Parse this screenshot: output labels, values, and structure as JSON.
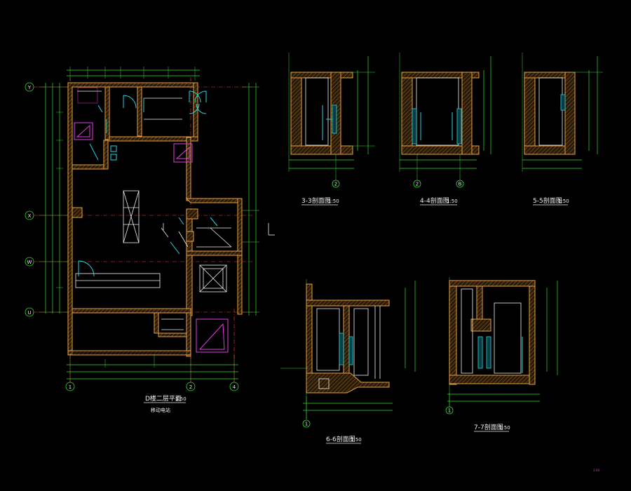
{
  "colors": {
    "background": "#000000",
    "wall": "#ffb347",
    "dimension": "#33dd33",
    "axis": "#ff3b3b",
    "equipment": "#22d6e0",
    "fixture": "#e33be3",
    "text": "#f0f0f0"
  },
  "plan": {
    "title": "D楼二层平面",
    "scale": "1:50",
    "subtitle": "移动电站",
    "grid_rows": [
      "Y",
      "X",
      "W",
      "U"
    ],
    "grid_cols": [
      "1",
      "2",
      "4"
    ]
  },
  "sections": [
    {
      "id": "s33",
      "title": "3-3剖面图",
      "scale": "1:50",
      "axes": [
        "2"
      ]
    },
    {
      "id": "s44",
      "title": "4-4剖面图",
      "scale": "1:50",
      "axes": [
        "2",
        "B"
      ]
    },
    {
      "id": "s55",
      "title": "5-5剖面图",
      "scale": "1:50",
      "axes": []
    },
    {
      "id": "s66",
      "title": "6-6剖面图",
      "scale": "1:50",
      "axes": [
        "1"
      ]
    },
    {
      "id": "s77",
      "title": "7-7剖面图",
      "scale": "1:50",
      "axes": [
        "1"
      ]
    }
  ],
  "corner_mark": "1:50"
}
